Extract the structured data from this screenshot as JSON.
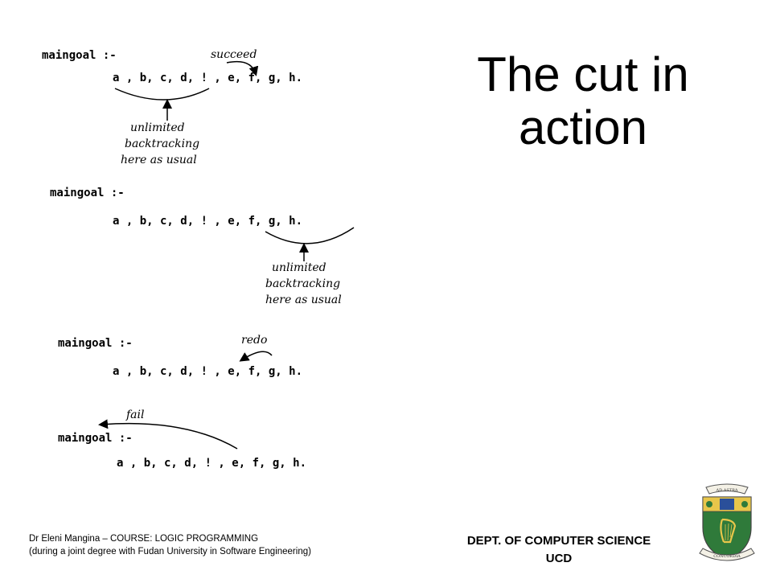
{
  "slide": {
    "title_line1": "The cut in",
    "title_line2": "action"
  },
  "diagram": {
    "head": "maingoal :-",
    "body": "a , b, c, d,  ! , e, f, g, h.",
    "panel1": {
      "label": "succeed",
      "note_line1": "unlimited",
      "note_line2": "backtracking",
      "note_line3": "here as usual"
    },
    "panel2": {
      "note_line1": "unlimited",
      "note_line2": "backtracking",
      "note_line3": "here as usual"
    },
    "panel3": {
      "label": "redo"
    },
    "panel4": {
      "label": "fail"
    }
  },
  "footer": {
    "left_line1": "Dr Eleni Mangina – COURSE: LOGIC PROGRAMMING",
    "left_line2": "(during a joint degree with Fudan University in Software Engineering)",
    "right_line1": "DEPT. OF COMPUTER SCIENCE",
    "right_line2": "UCD"
  },
  "crest": {
    "motto_top": "AD ASTRA",
    "motto_bottom": "CONCORDIA"
  }
}
